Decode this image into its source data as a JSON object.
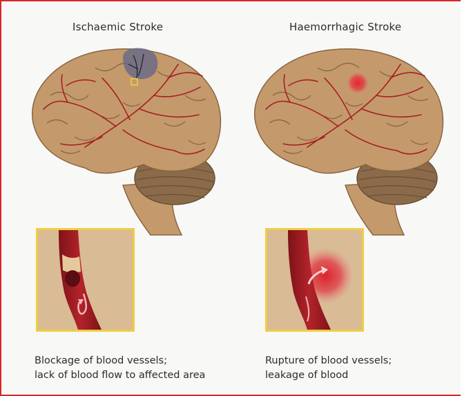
{
  "panels": {
    "ischaemic": {
      "title": "Ischaemic Stroke",
      "caption_line1": "Blockage of blood vessels;",
      "caption_line2": "lack of blood flow to affected area"
    },
    "haemorrhagic": {
      "title": "Haemorrhagic Stroke",
      "caption_line1": "Rupture of blood vessels;",
      "caption_line2": "leakage of blood"
    }
  },
  "colors": {
    "frame_border": "#d8262a",
    "brain": "#c49a6c",
    "brain_outline": "#8a6440",
    "vessel": "#a81d24",
    "cerebellum": "#8b6a4a",
    "inset_border": "#efce3e",
    "clot_zone": "#6b6b86",
    "bleed": "#d9232e"
  }
}
